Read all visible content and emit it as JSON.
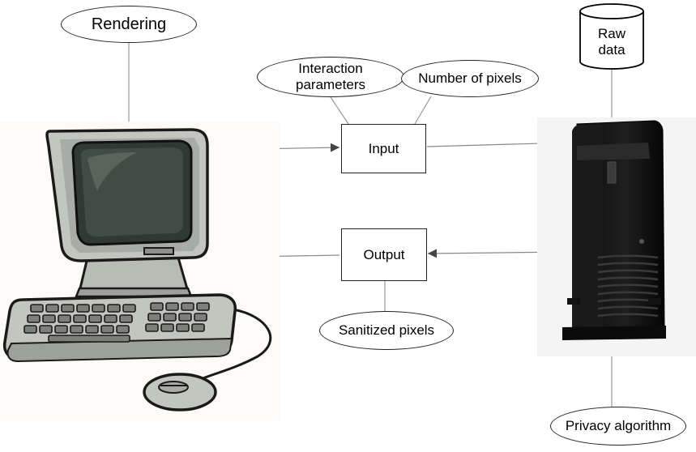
{
  "diagram": {
    "nodes": {
      "rendering": "Rendering",
      "interaction_parameters": "Interaction parameters",
      "number_of_pixels": "Number of pixels",
      "raw_data": "Raw data",
      "input": "Input",
      "output": "Output",
      "sanitized_pixels": "Sanitized pixels",
      "privacy_algorithm": "Privacy algorithm"
    },
    "icons": {
      "computer": "desktop-computer-icon",
      "server": "server-tower-icon",
      "database": "database-cylinder-icon"
    },
    "edges": [
      {
        "from": "computer",
        "to": "input",
        "arrow": true
      },
      {
        "from": "input",
        "to": "server",
        "arrow": true
      },
      {
        "from": "server",
        "to": "output",
        "arrow": true
      },
      {
        "from": "output",
        "to": "computer",
        "arrow": true
      },
      {
        "from": "rendering",
        "to": "computer",
        "arrow": false
      },
      {
        "from": "interaction_parameters",
        "to": "input",
        "arrow": false
      },
      {
        "from": "number_of_pixels",
        "to": "input",
        "arrow": false
      },
      {
        "from": "raw_data",
        "to": "server",
        "arrow": false
      },
      {
        "from": "sanitized_pixels",
        "to": "output",
        "arrow": false
      },
      {
        "from": "privacy_algorithm",
        "to": "server",
        "arrow": false
      }
    ]
  }
}
